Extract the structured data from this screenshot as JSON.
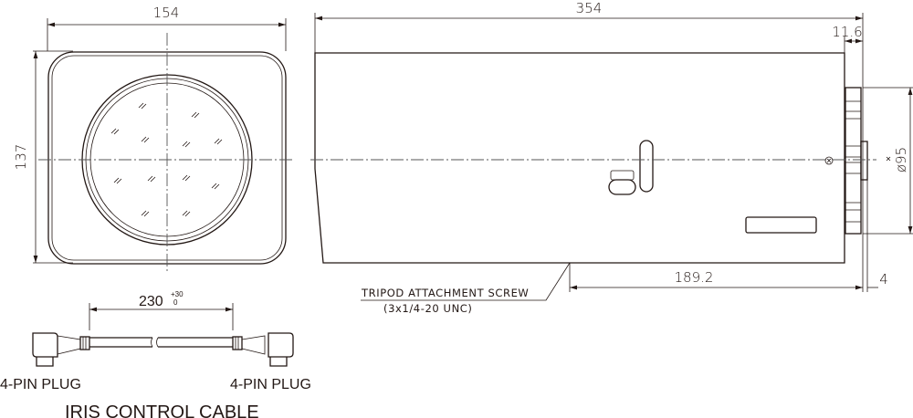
{
  "front_view": {
    "width_dim": "154",
    "height_dim": "137"
  },
  "side_view": {
    "length_dim": "354",
    "lens_offset_dim": "11.6",
    "diameter_dim": "ø95",
    "tripod_distance_dim": "189.2",
    "plate_dim": "4",
    "tripod_label": "TRIPOD ATTACHMENT SCREW",
    "tripod_spec": "(3x1/4-20 UNC)"
  },
  "cable": {
    "length_dim": "230",
    "tol_plus": "+30",
    "tol_minus": "0",
    "left_plug": "4-PIN PLUG",
    "right_plug": "4-PIN PLUG",
    "title": "IRIS CONTROL CABLE"
  },
  "colors": {
    "line": "#231815"
  }
}
